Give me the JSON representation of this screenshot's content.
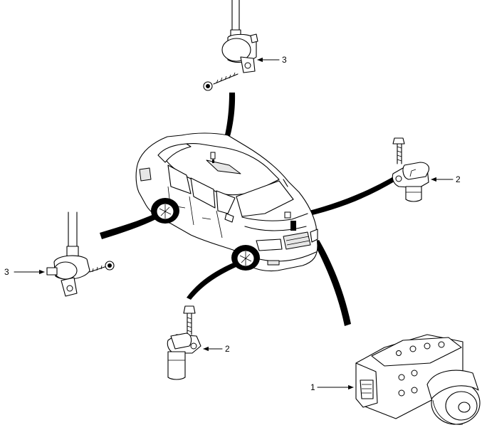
{
  "callouts": {
    "abs_module": "1",
    "front_right_wheel_sensor": "2",
    "front_left_wheel_sensor": "2",
    "rear_top_sensor": "3",
    "rear_left_sensor": "3"
  }
}
